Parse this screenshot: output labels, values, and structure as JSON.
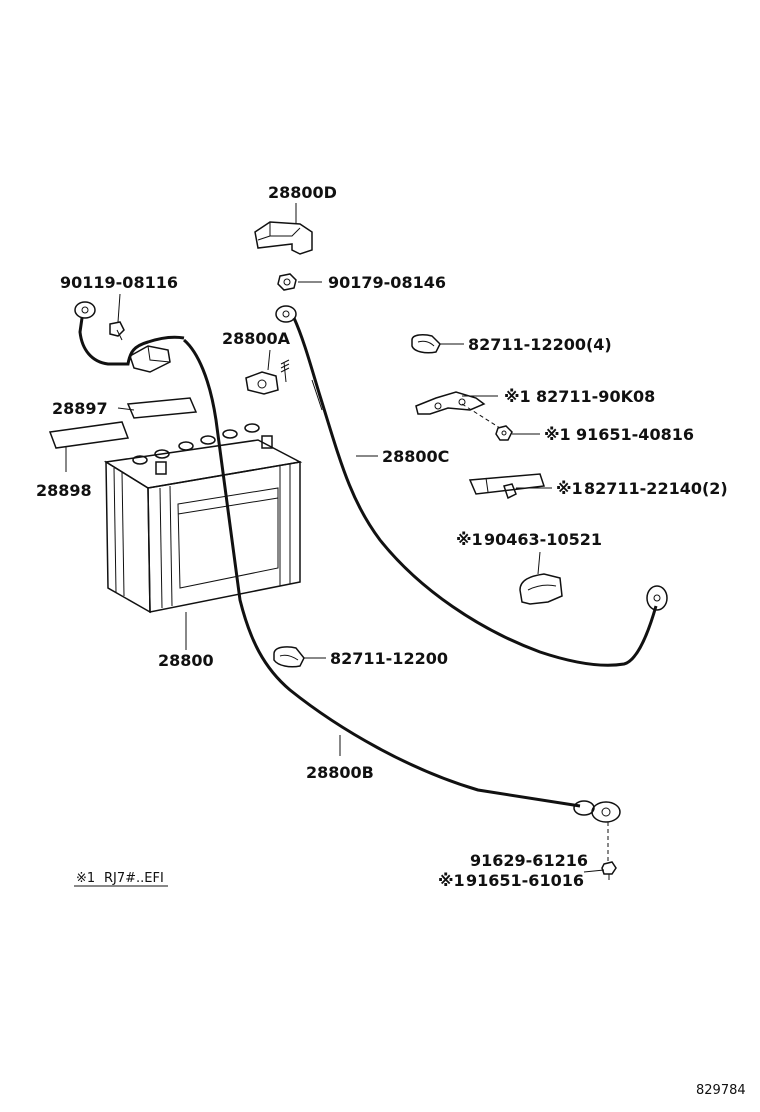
{
  "labels": {
    "p28800D": "28800D",
    "p90179": "90179-08146",
    "p90119": "90119-08116",
    "p28800A": "28800A",
    "p82711_4": "82711-12200(4)",
    "p28897": "28897",
    "p28898": "28898",
    "p82711_90K08": "82711-90K08",
    "p91651_40816": "91651-40816",
    "p28800C": "28800C",
    "p82711_22140": "82711-22140(2)",
    "p90463": "90463-10521",
    "p28800": "28800",
    "p82711_12200": "82711-12200",
    "p28800B": "28800B",
    "p91629": "91629-61216",
    "p91651_61016": "91651-61016"
  },
  "note_mark": "※1",
  "footnote": {
    "mark": "※1",
    "text": "RJ7#..EFI"
  },
  "diagram_id": "829784"
}
